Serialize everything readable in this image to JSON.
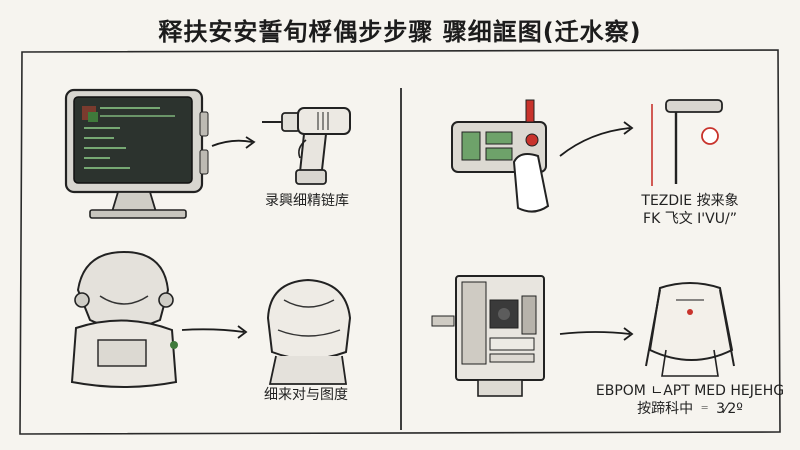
{
  "title": "释扶安安誓旬桴偶步步骤 骤细誆图(迁水察)",
  "steps": [
    {
      "caption": "录興细精链库"
    },
    {
      "caption": "细来对与图度"
    },
    {
      "caption_line1": "TEZDIE 按来象",
      "caption_line2": "FK 飞文 I'VU/”"
    },
    {
      "caption_line1": "EBPOM ㄴAPT MED HEJEHG",
      "caption_line2": "按蹄科中 ゠ 3⁄2º"
    }
  ],
  "colors": {
    "background": "#f6f4ef",
    "ink": "#1c1c1c",
    "screen": "#2c332e",
    "screen_text": "#8fcf8a",
    "accent_red": "#c8332c",
    "display_green": "#6ea26a"
  }
}
